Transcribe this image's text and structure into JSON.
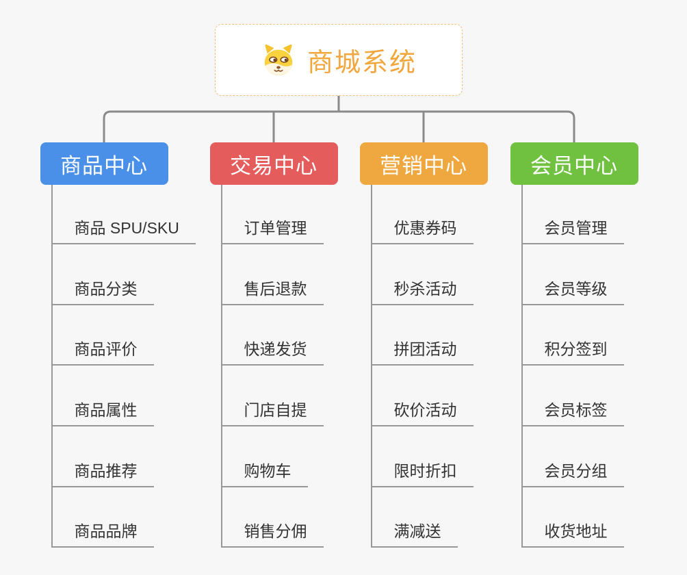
{
  "root": {
    "title": "商城系统",
    "icon": "dog-face-icon",
    "text_color": "#f1a73e",
    "border_color": "#f2c27c",
    "background": "#ffffff"
  },
  "branches": [
    {
      "label": "商品中心",
      "color": "#4a90e8",
      "items": [
        "商品 SPU/SKU",
        "商品分类",
        "商品评价",
        "商品属性",
        "商品推荐",
        "商品品牌"
      ]
    },
    {
      "label": "交易中心",
      "color": "#e45c5c",
      "items": [
        "订单管理",
        "售后退款",
        "快递发货",
        "门店自提",
        "购物车",
        "销售分佣"
      ]
    },
    {
      "label": "营销中心",
      "color": "#efa840",
      "items": [
        "优惠券码",
        "秒杀活动",
        "拼团活动",
        "砍价活动",
        "限时折扣",
        "满减送"
      ]
    },
    {
      "label": "会员中心",
      "color": "#6fc13f",
      "items": [
        "会员管理",
        "会员等级",
        "积分签到",
        "会员标签",
        "会员分组",
        "收货地址"
      ]
    }
  ],
  "colors": {
    "page_background": "#f7f7f7",
    "connector": "#8a8a8a",
    "trunk_and_underline": "#979797",
    "item_text": "#333333"
  }
}
